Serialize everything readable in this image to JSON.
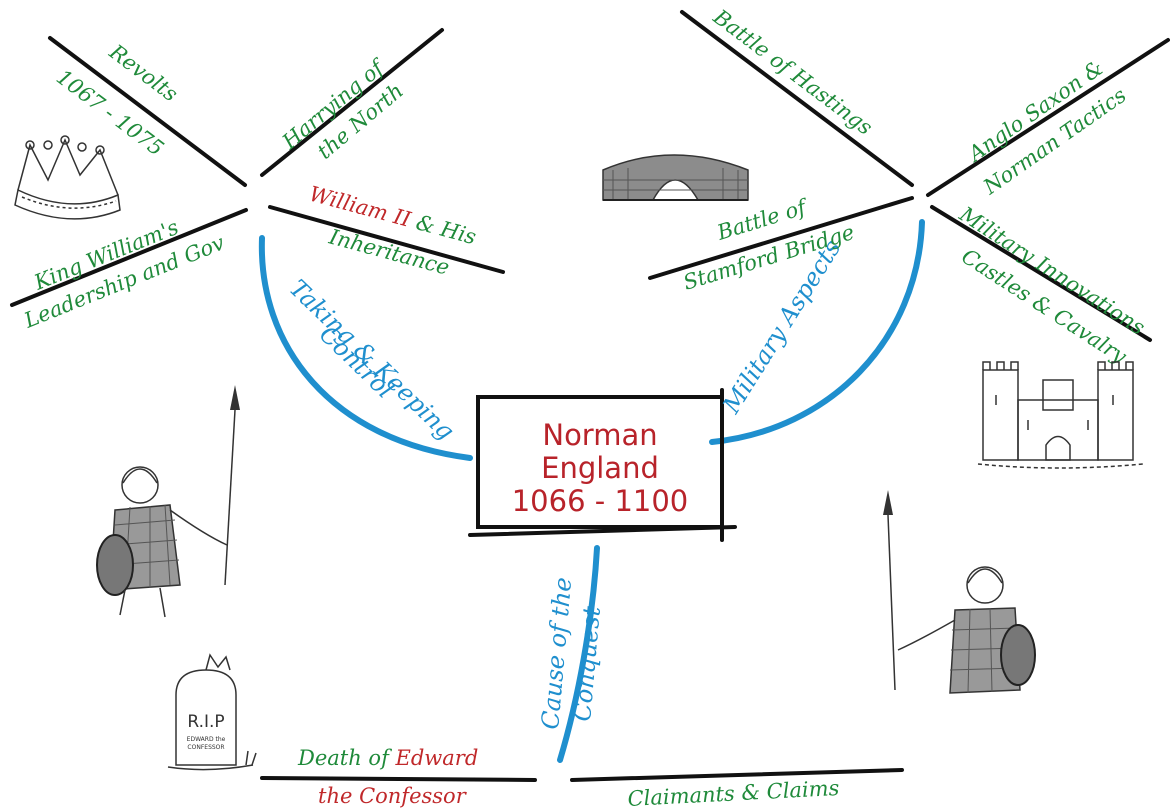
{
  "center": {
    "line1": "Norman",
    "line2": "England",
    "line3": "1066 - 1100"
  },
  "branches": {
    "taking_keeping": {
      "line1": "Taking & Keeping",
      "line2": "Control"
    },
    "military": "Military Aspects",
    "cause": {
      "line1": "Cause of the",
      "line2": "Conquest"
    }
  },
  "topics": {
    "revolts": {
      "line1": "Revolts",
      "line2": "1067 - 1075"
    },
    "harrying": {
      "line1": "Harrying of",
      "line2": "the North"
    },
    "king_william": {
      "line1": "King William's",
      "line2": "Leadership and Gov"
    },
    "william_ii": {
      "line1_red": "William II",
      "line1_green": " & His",
      "line2": "Inheritance"
    },
    "hastings": "Battle of Hastings",
    "stamford": {
      "line1": "Battle of",
      "line2": "Stamford Bridge"
    },
    "tactics": {
      "line1": "Anglo Saxon &",
      "line2": "Norman Tactics"
    },
    "innovations": {
      "line1": "Military Innovations",
      "line2": "Castles & Cavalry"
    },
    "edward": {
      "line1_green": "Death of ",
      "line1_red": "Edward",
      "line2": "the Confessor"
    },
    "claimants": "Claimants & Claims"
  },
  "illustrations": {
    "tombstone_text": "R.I.P",
    "tombstone_small1": "EDWARD the",
    "tombstone_small2": "CONFESSOR"
  },
  "colors": {
    "green": "#1f8a3a",
    "red": "#c0282a",
    "blue": "#1f8fce",
    "ink": "#111111"
  }
}
